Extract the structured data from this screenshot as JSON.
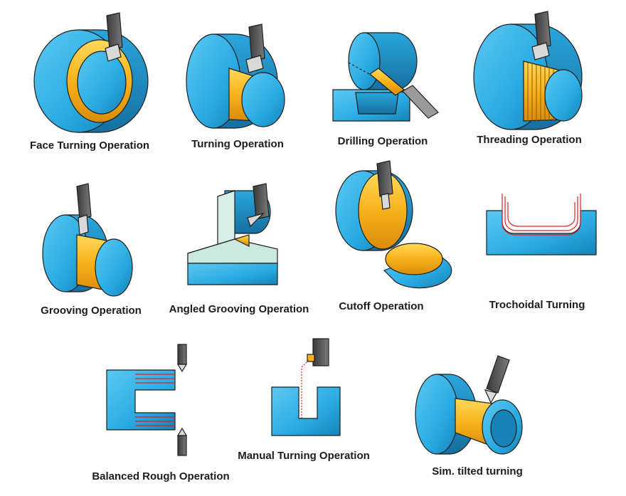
{
  "figure": {
    "captions": {
      "face_turning": "Face Turning Operation",
      "turning": "Turning Operation",
      "drilling": "Drilling Operation",
      "threading": "Threading Operation",
      "grooving": "Grooving Operation",
      "angled_grooving": "Angled Grooving Operation",
      "cutoff": "Cutoff Operation",
      "trochoidal": "Trochoidal Turning",
      "balanced_rough": "Balanced Rough Operation",
      "manual_turning": "Manual Turning Operation",
      "tilted_turning": "Sim. tilted turning"
    },
    "colors": {
      "workpiece": "#29abe2",
      "workpiece_dark": "#1a8fc4",
      "machined_surface": "#f7b21b",
      "tool_body": "#555555",
      "tool_insert": "#d9d9d9",
      "toolpath": "#e02020",
      "outline": "#1f1f1f"
    }
  }
}
